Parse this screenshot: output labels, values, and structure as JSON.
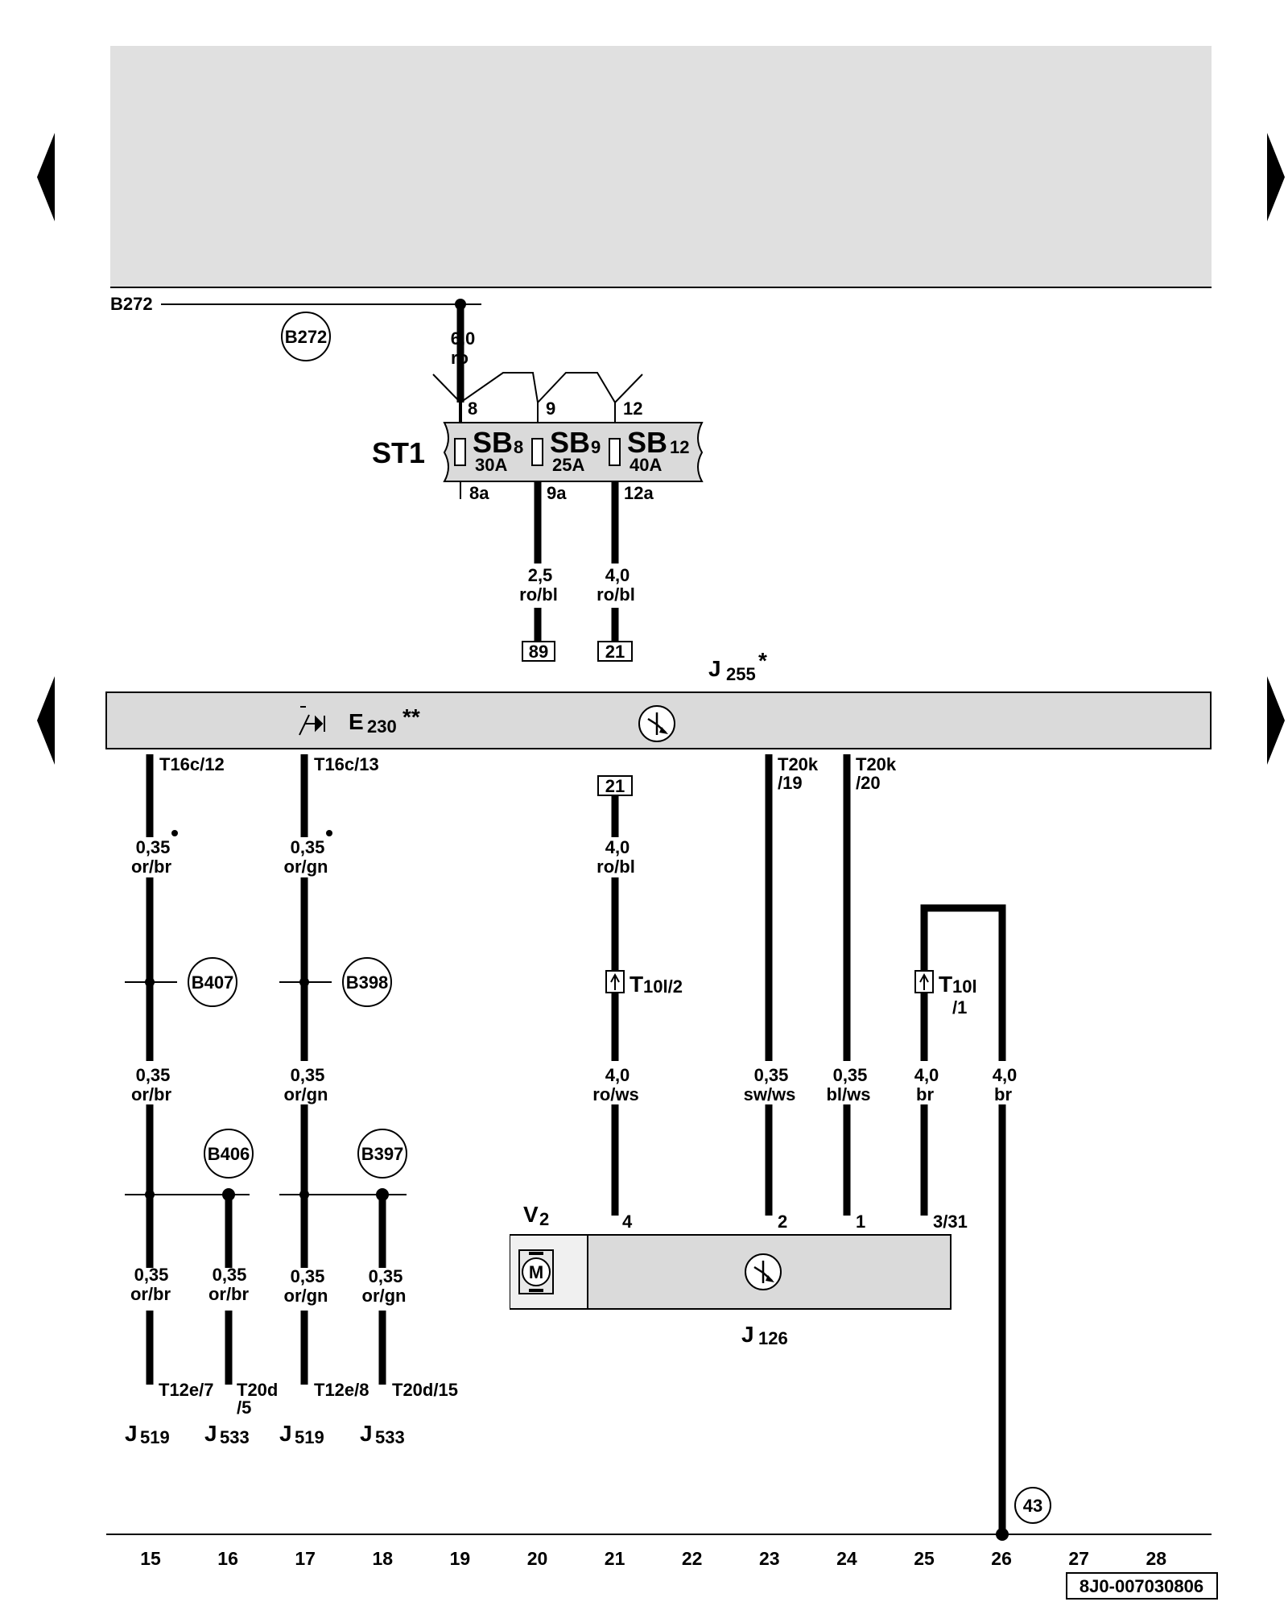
{
  "top_ref": {
    "label": "B272",
    "circle": "B272"
  },
  "feed": {
    "size": "6,0",
    "color": "ro"
  },
  "fusebox": {
    "name": "ST1",
    "fuses": [
      {
        "pin_in": "8",
        "name": "SB",
        "num": "8",
        "amp": "30A",
        "pin_out": "8a"
      },
      {
        "pin_in": "9",
        "name": "SB",
        "num": "9",
        "amp": "25A",
        "pin_out": "9a"
      },
      {
        "pin_in": "12",
        "name": "SB",
        "num": "12",
        "amp": "40A",
        "pin_out": "12a"
      }
    ]
  },
  "fuse_outputs": [
    {
      "size": "2,5",
      "color": "ro/bl",
      "ref": "89"
    },
    {
      "size": "4,0",
      "color": "ro/bl",
      "ref": "21"
    }
  ],
  "module": {
    "name": "J",
    "sub": "255",
    "mark": "*",
    "e_name": "E",
    "e_sub": "230",
    "e_mark": "**"
  },
  "wires": {
    "w15": {
      "pin": "T16c/12",
      "top": [
        "0,35",
        "or/br"
      ],
      "mid": [
        "0,35",
        "or/br"
      ],
      "bot": [
        "0,35",
        "or/br"
      ],
      "end": "T12e/7",
      "node": "B407",
      "node2": "B406"
    },
    "w16": {
      "bot": [
        "0,35",
        "or/br"
      ],
      "end1": "T20d",
      "end2": "/5"
    },
    "w17": {
      "pin": "T16c/13",
      "top": [
        "0,35",
        "or/gn"
      ],
      "mid": [
        "0,35",
        "or/gn"
      ],
      "bot": [
        "0,35",
        "or/gn"
      ],
      "end": "T12e/8",
      "node": "B398",
      "node2": "B397"
    },
    "w18": {
      "bot": [
        "0,35",
        "or/gn"
      ],
      "end": "T20d/15"
    },
    "w21": {
      "ref": "21",
      "top": [
        "4,0",
        "ro/bl"
      ],
      "conn": "T",
      "conn_sub": "10l/2",
      "bot": [
        "4,0",
        "ro/ws"
      ]
    },
    "w23": {
      "pin1": "T20k",
      "pin2": "/19",
      "bot": [
        "0,35",
        "sw/ws"
      ]
    },
    "w24": {
      "pin1": "T20k",
      "pin2": "/20",
      "bot": [
        "0,35",
        "bl/ws"
      ]
    },
    "w25": {
      "conn": "T",
      "conn_sub": "10l",
      "conn2": "/1",
      "bot": [
        "4,0",
        "br"
      ]
    },
    "w26": {
      "bot": [
        "4,0",
        "br"
      ],
      "ground": "43"
    }
  },
  "bottom_comps": [
    {
      "name": "J",
      "sub": "519"
    },
    {
      "name": "J",
      "sub": "533"
    },
    {
      "name": "J",
      "sub": "519"
    },
    {
      "name": "J",
      "sub": "533"
    }
  ],
  "blower": {
    "v_name": "V",
    "v_sub": "2",
    "motor": "M",
    "j_name": "J",
    "j_sub": "126",
    "pins": [
      "4",
      "2",
      "1",
      "3/31"
    ]
  },
  "columns": [
    "15",
    "16",
    "17",
    "18",
    "19",
    "20",
    "21",
    "22",
    "23",
    "24",
    "25",
    "26",
    "27",
    "28"
  ],
  "doc_id": "8J0-007030806"
}
